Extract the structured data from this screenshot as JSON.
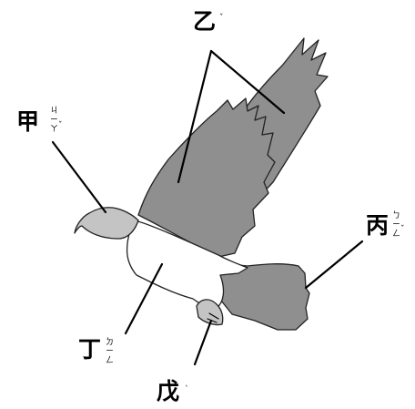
{
  "labels": {
    "head": {
      "char": "甲",
      "bopomofo": [
        "ㄐ",
        "ㄧ",
        "ㄚ",
        "ˇ"
      ]
    },
    "wings": {
      "char": "乙",
      "bopomofo": [
        "ˇ"
      ]
    },
    "tail": {
      "char": "丙",
      "bopomofo": [
        "ㄅ",
        "ㄧ",
        "ㄥ",
        "ˇ"
      ]
    },
    "body": {
      "char": "丁",
      "bopomofo": [
        "ㄉ",
        "ㄧ",
        "ㄥ"
      ]
    },
    "feet": {
      "char": "戊",
      "bopomofo": [
        "ˋ"
      ]
    }
  },
  "colors": {
    "shaded": "#8f8f8f",
    "head_light": "#c4c4c4",
    "body_fill": "#ffffff",
    "line": "#000000"
  }
}
